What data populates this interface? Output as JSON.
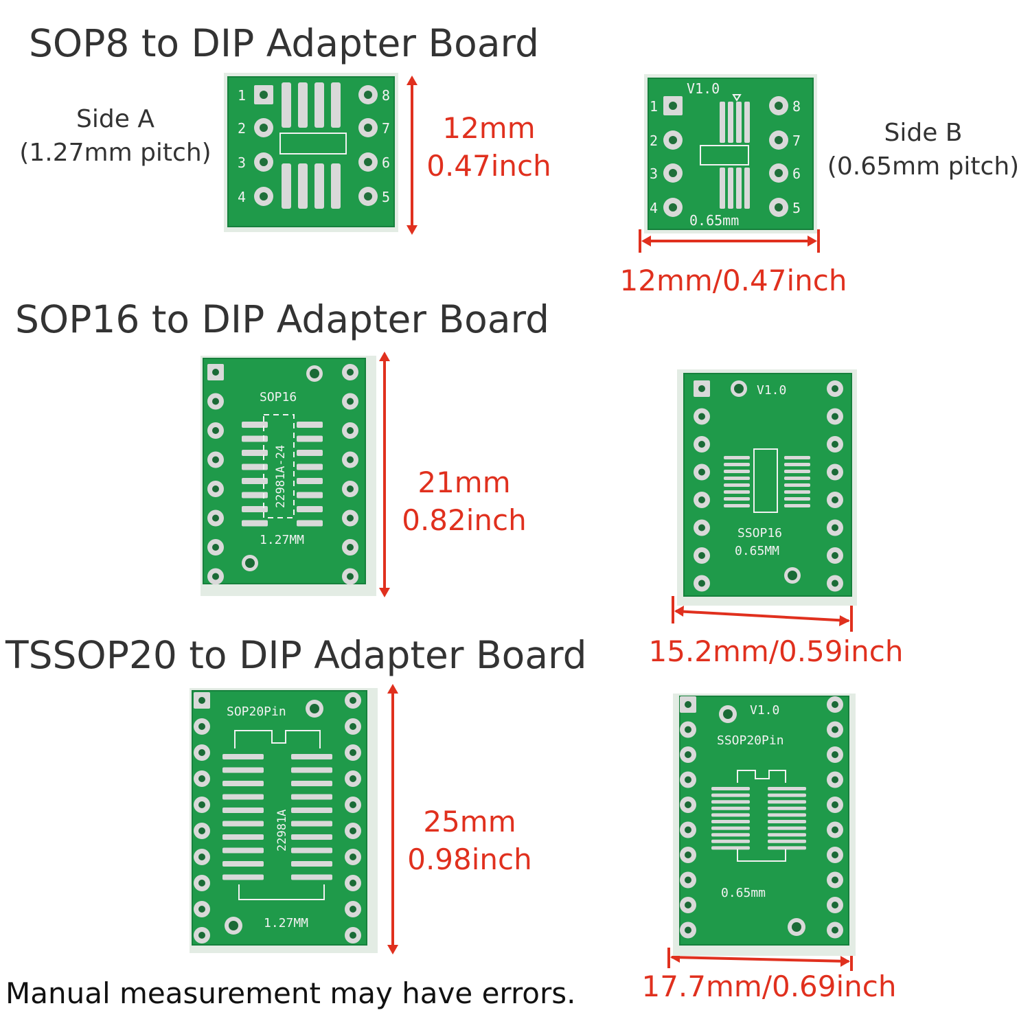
{
  "sections": [
    {
      "title": "SOP8 to DIP Adapter Board",
      "side_a": {
        "name": "Side A",
        "pitch": "(1.27mm pitch)"
      },
      "side_b": {
        "name": "Side B",
        "pitch": "(0.65mm pitch)"
      },
      "height": {
        "mm": "12mm",
        "inch": "0.47inch"
      },
      "width": "12mm/0.47inch",
      "board_a": {
        "pins_left": [
          "1",
          "2",
          "3",
          "4"
        ],
        "pins_right": [
          "8",
          "7",
          "6",
          "5"
        ]
      },
      "board_b": {
        "version": "V1.0",
        "pitch_label": "0.65mm",
        "pins_left": [
          "1",
          "2",
          "3",
          "4"
        ],
        "pins_right": [
          "8",
          "7",
          "6",
          "5"
        ]
      }
    },
    {
      "title": "SOP16 to DIP Adapter Board",
      "height": {
        "mm": "21mm",
        "inch": "0.82inch"
      },
      "width": "15.2mm/0.59inch",
      "board_a": {
        "name": "SOP16",
        "code": "22981A-24",
        "pitch_label": "1.27MM"
      },
      "board_b": {
        "version": "V1.0",
        "name": "SSOP16",
        "pitch_label": "0.65MM"
      }
    },
    {
      "title": "TSSOP20 to DIP Adapter Board",
      "height": {
        "mm": "25mm",
        "inch": "0.98inch"
      },
      "width": "17.7mm/0.69inch",
      "board_a": {
        "name": "SOP20Pin",
        "code": "22981A",
        "pitch_label": "1.27MM"
      },
      "board_b": {
        "version": "V1.0",
        "name": "SSOP20Pin",
        "pitch_label": "0.65mm"
      }
    }
  ],
  "note": "Manual measurement may have errors.",
  "colors": {
    "pcb": "#1f9a4a",
    "pcb_edge": "#dfe8e0",
    "pad": "#d9d9d9",
    "arrow": "#e0301e",
    "text": "#333333"
  }
}
